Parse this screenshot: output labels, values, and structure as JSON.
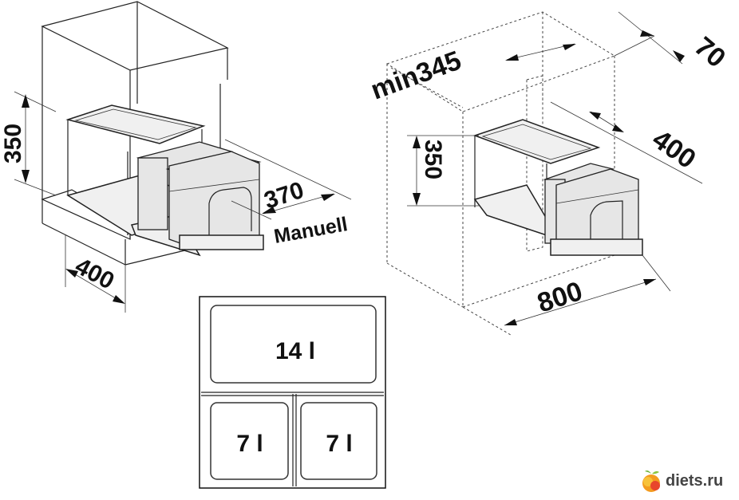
{
  "left_view": {
    "height_label": "350",
    "depth_label": "370",
    "width_label": "400",
    "mode_label": "Manuell"
  },
  "right_view": {
    "min_width_label": "min345",
    "offset_label": "70",
    "depth_label": "400",
    "height_label": "350",
    "cabinet_width_label": "800"
  },
  "top_plan": {
    "large_bin": "14 l",
    "small_bin_left": "7 l",
    "small_bin_right": "7 l"
  },
  "watermark": {
    "text": "diets.ru"
  }
}
